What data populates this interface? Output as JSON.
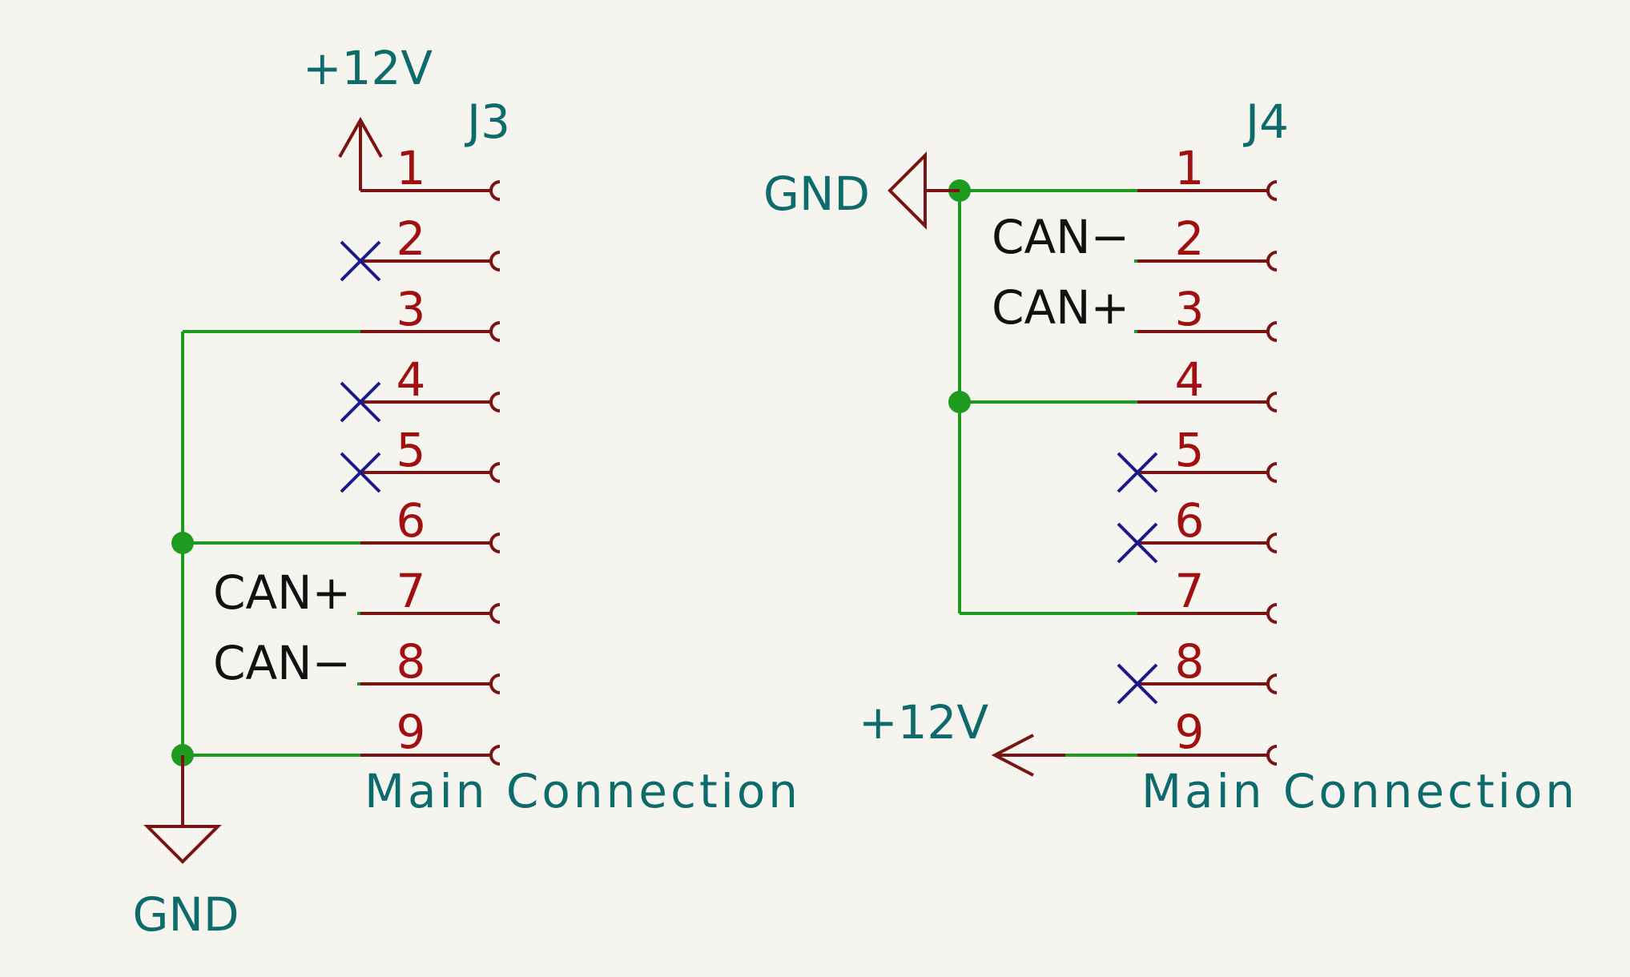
{
  "colors": {
    "background": "#f5f4ef",
    "pin": "#7a1414",
    "pin_number": "#a01010",
    "wire": "#1e9a1e",
    "power_label": "#0e6b6b",
    "no_connect": "#1a1a8a",
    "net_label": "#111111"
  },
  "connectors": [
    {
      "reference": "J3",
      "value": "Main Connection",
      "pins": [
        {
          "number": "1",
          "connection": "+12V"
        },
        {
          "number": "2",
          "connection": "no-connect"
        },
        {
          "number": "3",
          "connection": "GND"
        },
        {
          "number": "4",
          "connection": "no-connect"
        },
        {
          "number": "5",
          "connection": "no-connect"
        },
        {
          "number": "6",
          "connection": "GND"
        },
        {
          "number": "7",
          "connection": "CAN+"
        },
        {
          "number": "8",
          "connection": "CAN−"
        },
        {
          "number": "9",
          "connection": "GND"
        }
      ],
      "net_labels": {
        "pin7": "CAN+",
        "pin8": "CAN−"
      },
      "power": {
        "top": "+12V",
        "bottom": "GND"
      }
    },
    {
      "reference": "J4",
      "value": "Main Connection",
      "pins": [
        {
          "number": "1",
          "connection": "GND"
        },
        {
          "number": "2",
          "connection": "CAN−"
        },
        {
          "number": "3",
          "connection": "CAN+"
        },
        {
          "number": "4",
          "connection": "GND"
        },
        {
          "number": "5",
          "connection": "no-connect"
        },
        {
          "number": "6",
          "connection": "no-connect"
        },
        {
          "number": "7",
          "connection": "GND"
        },
        {
          "number": "8",
          "connection": "no-connect"
        },
        {
          "number": "9",
          "connection": "+12V"
        }
      ],
      "net_labels": {
        "pin2": "CAN−",
        "pin3": "CAN+"
      },
      "power": {
        "left": "GND",
        "bottom_left": "+12V"
      }
    }
  ]
}
